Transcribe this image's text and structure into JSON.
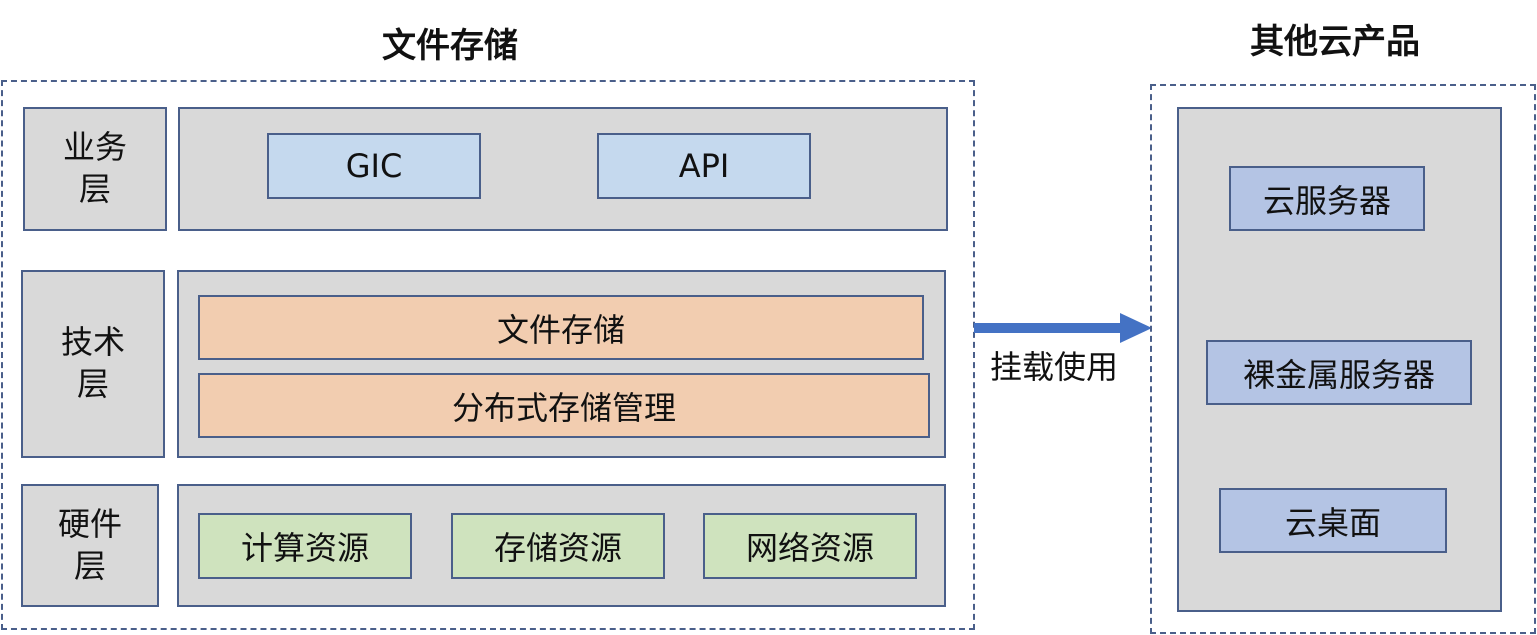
{
  "left_panel": {
    "title": "文件存储",
    "business_layer": {
      "label": "业务层",
      "items": [
        "GIC",
        "API"
      ]
    },
    "tech_layer": {
      "label": "技术层",
      "items": [
        "文件存储",
        "分布式存储管理"
      ]
    },
    "hardware_layer": {
      "label": "硬件层",
      "items": [
        "计算资源",
        "存储资源",
        "网络资源"
      ]
    }
  },
  "connector": {
    "label": "挂载使用"
  },
  "right_panel": {
    "title": "其他云产品",
    "items": [
      "云服务器",
      "裸金属服务器",
      "云桌面"
    ]
  },
  "colors": {
    "border": "#4a5f8a",
    "layer_fill": "#d9d9d9",
    "business_item": "#c5d9ee",
    "tech_item": "#f2cdb0",
    "hardware_item": "#cfe3be",
    "product_item": "#b4c4e4",
    "arrow": "#4472c4"
  }
}
